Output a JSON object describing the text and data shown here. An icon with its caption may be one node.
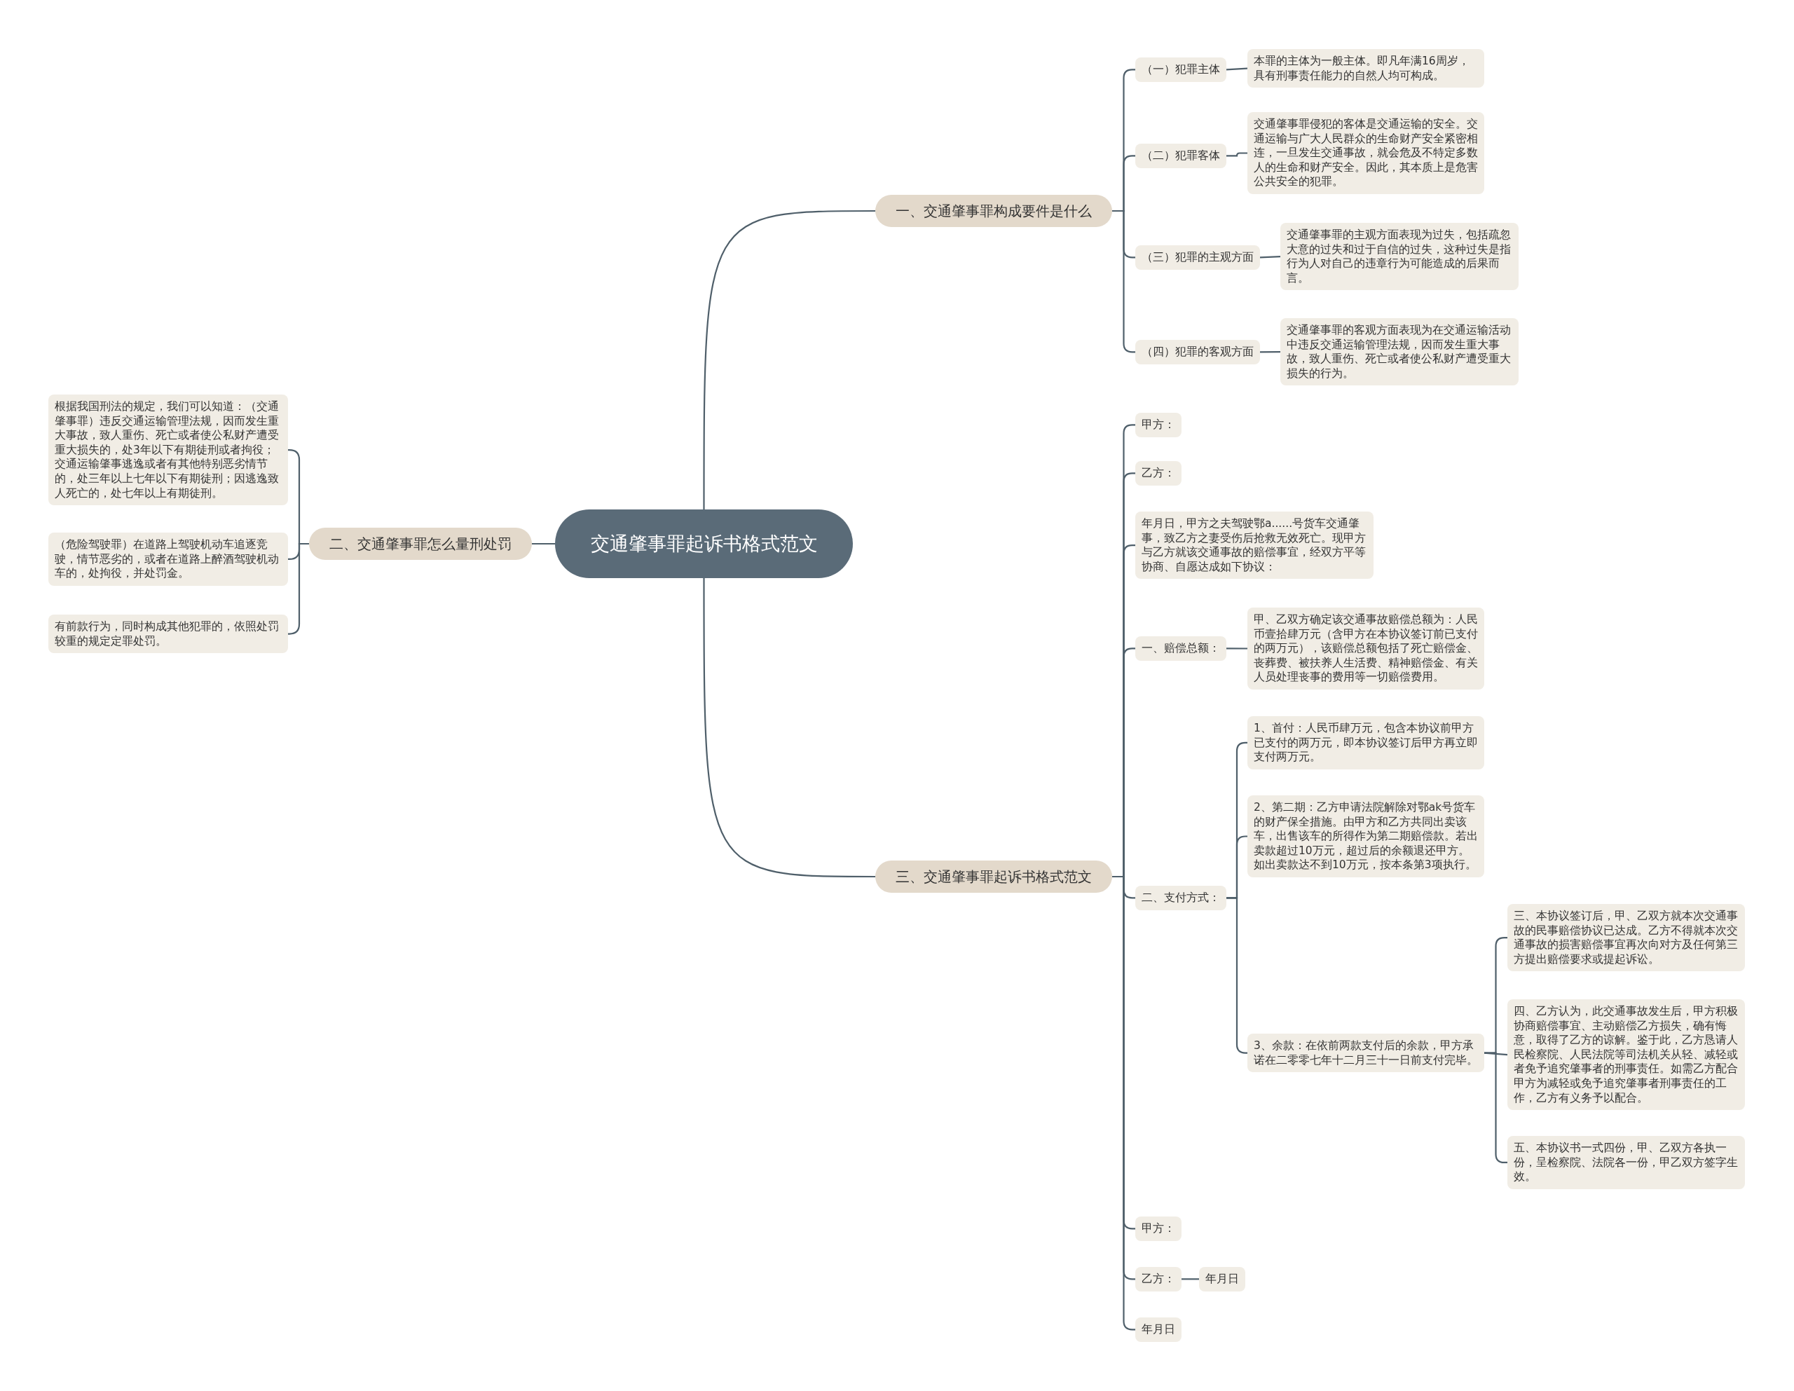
{
  "diagram": {
    "nodes": [
      {
        "text": [
          "交通肇事罪起诉书格式范文"
        ]
      },
      {
        "text": [
          "一、交通肇事罪构成要件是什么"
        ]
      },
      {
        "text": [
          "（一）犯罪主体"
        ]
      },
      {
        "text": [
          "本罪的主体为一般主体。即凡年满16周岁，具有刑事责任能力的自然人均可构成。"
        ]
      },
      {
        "text": [
          "（二）犯罪客体"
        ]
      },
      {
        "text": [
          "交通肇事罪侵犯的客体是交通运输的安全。交通运输与广大人民群众的生命财产安全紧密相连，一旦发生交通事故，就会危及不特定多数人的生命和财产安全。因此，其本质上是危害公共安全的犯罪。"
        ]
      },
      {
        "text": [
          "（三）犯罪的主观方面"
        ]
      },
      {
        "text": [
          "交通肇事罪的主观方面表现为过失，包括疏忽大意的过失和过于自信的过失，这种过失是指行为人对自己的违章行为可能造成的后果而言。"
        ]
      },
      {
        "text": [
          "（四）犯罪的客观方面"
        ]
      },
      {
        "text": [
          "交通肇事罪的客观方面表现为在交通运输活动中违反交通运输管理法规，因而发生重大事故，致人重伤、死亡或者使公私财产遭受重大损失的行为。"
        ]
      },
      {
        "text": [
          "二、交通肇事罪怎么量刑处罚"
        ]
      },
      {
        "text": [
          "根据我国刑法的规定，我们可以知道：（交通肇事罪）违反交通运输管理法规，因而发生重大事故，致人重伤、死亡或者使公私财产遭受重大损失的，处3年以下有期徒刑或者拘役；交通运输肇事逃逸或者有其他特别恶劣情节的，处三年以上七年以下有期徒刑；因逃逸致人死亡的，处七年以上有期徒刑。"
        ]
      },
      {
        "text": [
          "（危险驾驶罪）在道路上驾驶机动车追逐竞驶，情节恶劣的，或者在道路上醉酒驾驶机动车的，处拘役，并处罚金。"
        ]
      },
      {
        "text": [
          "有前款行为，同时构成其他犯罪的，依照处罚较重的规定定罪处罚。"
        ]
      },
      {
        "text": [
          "三、交通肇事罪起诉书格式范文"
        ]
      },
      {
        "text": [
          "甲方："
        ]
      },
      {
        "text": [
          "乙方："
        ]
      },
      {
        "text": [
          "年月日，甲方之夫驾驶鄂a......号货车交通肇事，致乙方之妻受伤后抢救无效死亡。现甲方与乙方就该交通事故的赔偿事宜，经双方平等协商、自愿达成如下协议："
        ]
      },
      {
        "text": [
          "一、赔偿总额："
        ]
      },
      {
        "text": [
          "甲、乙双方确定该交通事故赔偿总额为：人民币壹拾肆万元（含甲方在本协议签订前已支付的两万元），该赔偿总额包括了死亡赔偿金、丧葬费、被扶养人生活费、精神赔偿金、有关人员处理丧事的费用等一切赔偿费用。"
        ]
      },
      {
        "text": [
          "二、支付方式："
        ]
      },
      {
        "text": [
          "1、首付：人民币肆万元，包含本协议前甲方已支付的两万元，即本协议签订后甲方再立即支付两万元。"
        ]
      },
      {
        "text": [
          "2、第二期：乙方申请法院解除对鄂ak号货车的财产保全措施。由甲方和乙方共同出卖该车，出售该车的所得作为第二期赔偿款。若出卖款超过10万元，超过后的余额退还甲方。如出卖款达不到10万元，按本条第3项执行。"
        ]
      },
      {
        "text": [
          "3、余款：在依前两款支付后的余款，甲方承诺在二零零七年十二月三十一日前支付完毕。"
        ]
      },
      {
        "text": [
          "三、本协议签订后，甲、乙双方就本次交通事故的民事赔偿协议已达成。乙方不得就本次交通事故的损害赔偿事宜再次向对方及任何第三方提出赔偿要求或提起诉讼。"
        ]
      },
      {
        "text": [
          "四、乙方认为，此交通事故发生后，甲方积极协商赔偿事宜、主动赔偿乙方损失，确有悔意，取得了乙方的谅解。鉴于此，乙方恳请人民检察院、人民法院等司法机关从轻、减轻或者免予追究肇事者的刑事责任。如需乙方配合甲方为减轻或免予追究肇事者刑事责任的工作，乙方有义务予以配合。"
        ]
      },
      {
        "text": [
          "五、本协议书一式四份，甲、乙双方各执一份，呈检察院、法院各一份，甲乙双方签字生效。"
        ]
      },
      {
        "text": [
          "甲方："
        ]
      },
      {
        "text": [
          "乙方："
        ]
      },
      {
        "text": [
          "年月日"
        ]
      },
      {
        "text": [
          "年月日"
        ]
      }
    ],
    "edges": [
      {
        "from": 0,
        "to": 1,
        "arrow": "none"
      },
      {
        "from": 1,
        "to": 2,
        "arrow": "none"
      },
      {
        "from": 2,
        "to": 3,
        "arrow": "none"
      },
      {
        "from": 1,
        "to": 4,
        "arrow": "none"
      },
      {
        "from": 4,
        "to": 5,
        "arrow": "none"
      },
      {
        "from": 1,
        "to": 6,
        "arrow": "none"
      },
      {
        "from": 6,
        "to": 7,
        "arrow": "none"
      },
      {
        "from": 1,
        "to": 8,
        "arrow": "none"
      },
      {
        "from": 8,
        "to": 9,
        "arrow": "none"
      },
      {
        "from": 0,
        "to": 10,
        "arrow": "none"
      },
      {
        "from": 10,
        "to": 11,
        "arrow": "none"
      },
      {
        "from": 10,
        "to": 12,
        "arrow": "none"
      },
      {
        "from": 10,
        "to": 13,
        "arrow": "none"
      },
      {
        "from": 0,
        "to": 14,
        "arrow": "none"
      },
      {
        "from": 14,
        "to": 15,
        "arrow": "none"
      },
      {
        "from": 14,
        "to": 16,
        "arrow": "none"
      },
      {
        "from": 14,
        "to": 17,
        "arrow": "none"
      },
      {
        "from": 14,
        "to": 18,
        "arrow": "none"
      },
      {
        "from": 18,
        "to": 19,
        "arrow": "none"
      },
      {
        "from": 14,
        "to": 20,
        "arrow": "none"
      },
      {
        "from": 20,
        "to": 21,
        "arrow": "none"
      },
      {
        "from": 20,
        "to": 22,
        "arrow": "none"
      },
      {
        "from": 20,
        "to": 23,
        "arrow": "none"
      },
      {
        "from": 23,
        "to": 24,
        "arrow": "none"
      },
      {
        "from": 23,
        "to": 25,
        "arrow": "none"
      },
      {
        "from": 23,
        "to": 26,
        "arrow": "none"
      },
      {
        "from": 14,
        "to": 27,
        "arrow": "none"
      },
      {
        "from": 14,
        "to": 28,
        "arrow": "none"
      },
      {
        "from": 28,
        "to": 29,
        "arrow": "none"
      },
      {
        "from": 14,
        "to": 30,
        "arrow": "none"
      }
    ]
  }
}
